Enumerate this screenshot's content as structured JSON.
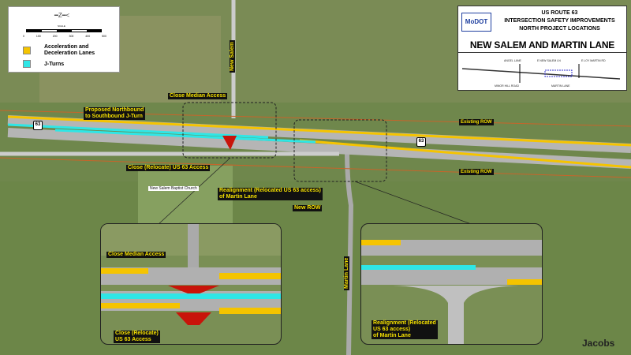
{
  "title": {
    "line1": "US ROUTE 63",
    "line2": "INTERSECTION SAFETY IMPROVEMENTS",
    "line3": "NORTH PROJECT LOCATIONS",
    "main": "NEW SALEM AND MARTIN LANE",
    "agency_logo": "MoDOT"
  },
  "key_map": {
    "labels_top": [
      "ANGEL LANE",
      "E NEW SALEM LN",
      "E LOY MARTIN RD"
    ],
    "labels_bottom": [
      "MINOR HILL ROAD",
      "MARTIN LANE"
    ]
  },
  "legend": {
    "scale_title": "SCALE",
    "scale_ticks": [
      "0",
      "100",
      "200",
      "300",
      "400",
      "500"
    ],
    "items": [
      {
        "label_1": "Acceleration and",
        "label_2": "Deceleration Lanes",
        "color": "#f5c400"
      },
      {
        "label_1": "J-Turns",
        "color": "#2fe6e6"
      }
    ]
  },
  "colors": {
    "accel_lanes": "#f5c400",
    "j_turns": "#2fe6e6",
    "closure": "#c8140a",
    "row": "#c8642a"
  },
  "map": {
    "route_shield": "63",
    "roads": {
      "new_salem": "New Salem",
      "martin_lane": "Martin Lane"
    },
    "labels": {
      "close_median": "Close Median Access",
      "j_turn_1": "Proposed Northbound",
      "j_turn_2": "to Southbound J-Turn",
      "existing_row": "Existing ROW",
      "close_relocate": "Close (Relocate) US 63 Access",
      "church": "New Salem Baptist Church",
      "realign_1": "Realignment (Relocated US 63 access)",
      "realign_2": "of Martin Lane",
      "new_row": "New ROW"
    }
  },
  "inset1": {
    "close_median": "Close Median Access",
    "close_relocate_1": "Close (Relocate)",
    "close_relocate_2": "US 63 Access"
  },
  "inset2": {
    "realign_1": "Realignment (Relocated",
    "realign_2": "US 63 access)",
    "realign_3": "of Martin Lane"
  },
  "firm_logo": "Jacobs"
}
